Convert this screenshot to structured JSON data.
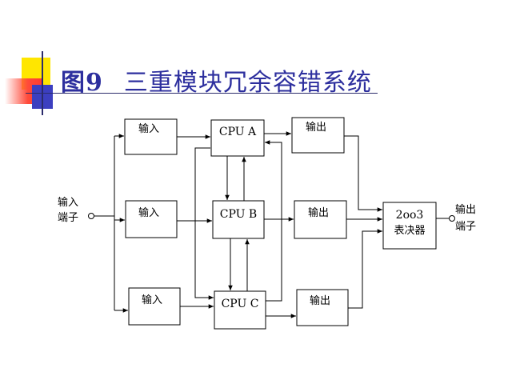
{
  "slide": {
    "title_prefix": "图9",
    "title": "三重模块冗余容错系统",
    "accent_colors": {
      "yellow": "#ffe600",
      "red": "#ff3b2f",
      "blue": "#3c3fc0",
      "title": "#2d2f9e"
    }
  },
  "diagram": {
    "input_terminal": [
      "输入",
      "端子"
    ],
    "output_terminal": [
      "输出",
      "端子"
    ],
    "input_label": "输入",
    "output_label": "输出",
    "cpus": [
      "CPU A",
      "CPU B",
      "CPU C"
    ],
    "voter": [
      "2oo3",
      "表决器"
    ]
  }
}
